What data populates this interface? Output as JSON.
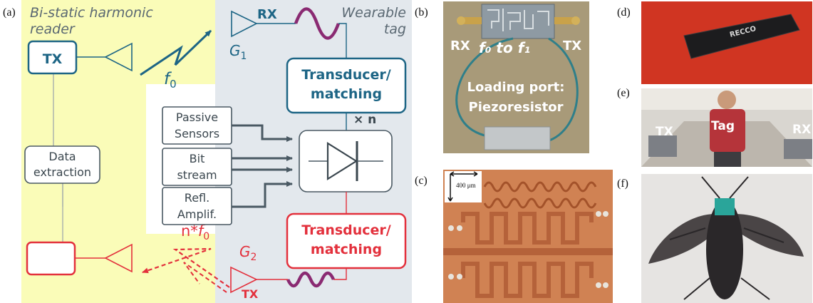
{
  "panels": {
    "a": "(a)",
    "b": "(b)",
    "c": "(c)",
    "d": "(d)",
    "e": "(e)",
    "f": "(f)"
  },
  "reader": {
    "title_line1": "Bi-static harmonic",
    "title_line2": "reader",
    "tx": "TX",
    "data_line1": "Data",
    "data_line2": "extraction",
    "f0": "f",
    "f0_sub": "0",
    "nf0_prefix": "n*",
    "nf0_f": "f",
    "nf0_sub": "0"
  },
  "tag": {
    "title_line1": "Wearable",
    "title_line2": "tag",
    "rx": "RX",
    "tx": "TX",
    "g1": "G",
    "g1_sub": "1",
    "g2": "G",
    "g2_sub": "2",
    "transducer_top_line1": "Transducer/",
    "transducer_top_line2": "matching",
    "transducer_bot_line1": "Transducer/",
    "transducer_bot_line2": "matching",
    "times_n": "× n",
    "passive_line1": "Passive",
    "passive_line2": "Sensors",
    "bit_line1": "Bit",
    "bit_line2": "stream",
    "refl_line1": "Refl.",
    "refl_line2": "Amplif."
  },
  "photo_b": {
    "rx": "RX",
    "tx": "TX",
    "f0_to_f1": "f₀ to f₁",
    "loading_line1": "Loading port:",
    "loading_line2": "Piezoresistor"
  },
  "photo_c": {
    "scale": "400 μm"
  },
  "photo_d": {
    "logo": "RECCO"
  },
  "photo_e": {
    "tx": "TX",
    "tag": "Tag",
    "rx": "RX"
  },
  "colors": {
    "reader_bg": "#fafcb8",
    "tag_bg": "#e3e8ed",
    "blue": "#1d6585",
    "red": "#e3303c",
    "purple": "#8a2a72",
    "gray": "#4a5963"
  }
}
